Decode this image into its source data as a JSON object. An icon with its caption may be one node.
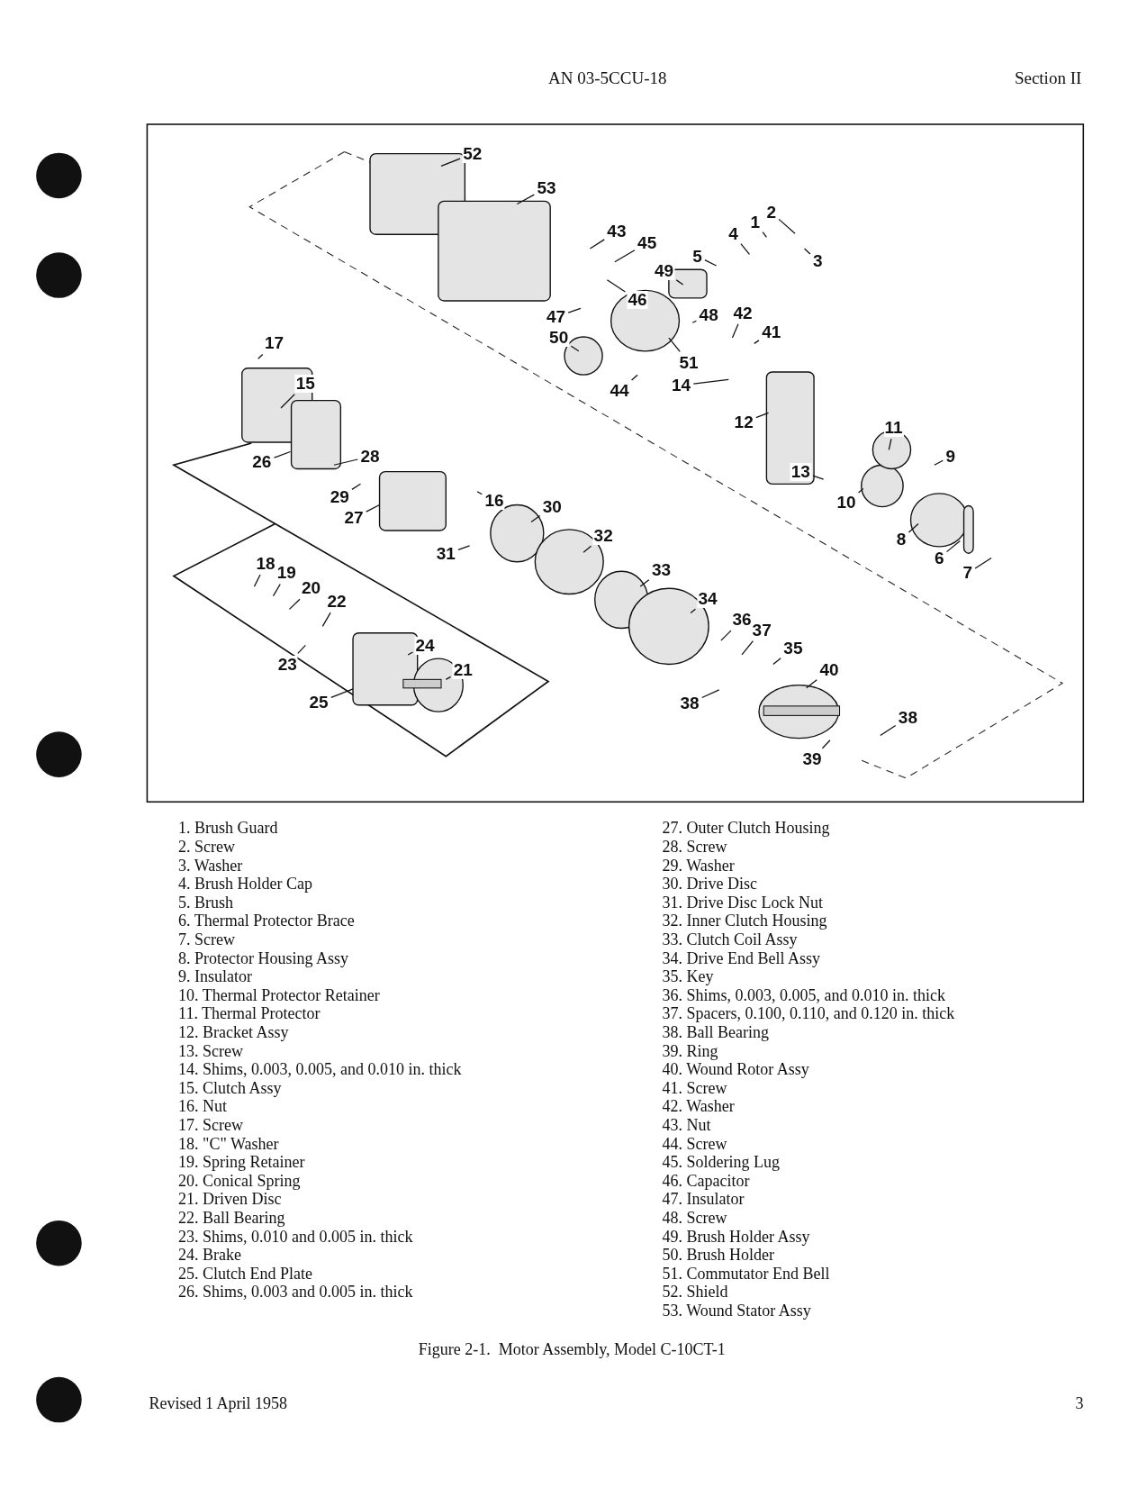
{
  "diagram": {
    "caption": "Figure 2-1.  Motor Assembly, Model C-10CT-1",
    "nodes": [
      {
        "text": [
          "52"
        ]
      },
      {
        "text": [
          "53"
        ]
      },
      {
        "text": [
          "43"
        ]
      },
      {
        "text": [
          "45"
        ]
      },
      {
        "text": [
          "2"
        ]
      },
      {
        "text": [
          "1"
        ]
      },
      {
        "text": [
          "4"
        ]
      },
      {
        "text": [
          "3"
        ]
      },
      {
        "text": [
          "5"
        ]
      },
      {
        "text": [
          "49"
        ]
      },
      {
        "text": [
          "46"
        ]
      },
      {
        "text": [
          "47"
        ]
      },
      {
        "text": [
          "48"
        ]
      },
      {
        "text": [
          "42"
        ]
      },
      {
        "text": [
          "41"
        ]
      },
      {
        "text": [
          "50"
        ]
      },
      {
        "text": [
          "51"
        ]
      },
      {
        "text": [
          "44"
        ]
      },
      {
        "text": [
          "14"
        ]
      },
      {
        "text": [
          "17"
        ]
      },
      {
        "text": [
          "15"
        ]
      },
      {
        "text": [
          "12"
        ]
      },
      {
        "text": [
          "11"
        ]
      },
      {
        "text": [
          "26"
        ]
      },
      {
        "text": [
          "28"
        ]
      },
      {
        "text": [
          "9"
        ]
      },
      {
        "text": [
          "13"
        ]
      },
      {
        "text": [
          "10"
        ]
      },
      {
        "text": [
          "29"
        ]
      },
      {
        "text": [
          "16"
        ]
      },
      {
        "text": [
          "27"
        ]
      },
      {
        "text": [
          "30"
        ]
      },
      {
        "text": [
          "8"
        ]
      },
      {
        "text": [
          "6"
        ]
      },
      {
        "text": [
          "7"
        ]
      },
      {
        "text": [
          "32"
        ]
      },
      {
        "text": [
          "31"
        ]
      },
      {
        "text": [
          "18"
        ]
      },
      {
        "text": [
          "19"
        ]
      },
      {
        "text": [
          "20"
        ]
      },
      {
        "text": [
          "33"
        ]
      },
      {
        "text": [
          "22"
        ]
      },
      {
        "text": [
          "34"
        ]
      },
      {
        "text": [
          "36"
        ]
      },
      {
        "text": [
          "37"
        ]
      },
      {
        "text": [
          "35"
        ]
      },
      {
        "text": [
          "24"
        ]
      },
      {
        "text": [
          "23"
        ]
      },
      {
        "text": [
          "21"
        ]
      },
      {
        "text": [
          "40"
        ]
      },
      {
        "text": [
          "25"
        ]
      },
      {
        "text": [
          "38"
        ]
      },
      {
        "text": [
          "38"
        ]
      },
      {
        "text": [
          "39"
        ]
      }
    ],
    "edges": [
      {
        "from": 0,
        "to": null,
        "arrow": "none"
      },
      {
        "from": 1,
        "to": null,
        "arrow": "none"
      },
      {
        "from": 2,
        "to": null,
        "arrow": "none"
      },
      {
        "from": 3,
        "to": null,
        "arrow": "none"
      },
      {
        "from": 4,
        "to": null,
        "arrow": "none"
      },
      {
        "from": 5,
        "to": null,
        "arrow": "none"
      },
      {
        "from": 6,
        "to": null,
        "arrow": "none"
      },
      {
        "from": 7,
        "to": null,
        "arrow": "none"
      },
      {
        "from": 8,
        "to": null,
        "arrow": "none"
      },
      {
        "from": 9,
        "to": null,
        "arrow": "none"
      },
      {
        "from": 10,
        "to": null,
        "arrow": "none"
      },
      {
        "from": 11,
        "to": null,
        "arrow": "none"
      },
      {
        "from": 12,
        "to": null,
        "arrow": "none"
      },
      {
        "from": 13,
        "to": null,
        "arrow": "none"
      },
      {
        "from": 14,
        "to": null,
        "arrow": "none"
      },
      {
        "from": 15,
        "to": null,
        "arrow": "none"
      },
      {
        "from": 16,
        "to": null,
        "arrow": "none"
      },
      {
        "from": 17,
        "to": null,
        "arrow": "none"
      },
      {
        "from": 18,
        "to": null,
        "arrow": "none"
      },
      {
        "from": 19,
        "to": null,
        "arrow": "none"
      },
      {
        "from": 20,
        "to": null,
        "arrow": "none"
      },
      {
        "from": 21,
        "to": null,
        "arrow": "none"
      },
      {
        "from": 22,
        "to": null,
        "arrow": "none"
      },
      {
        "from": 23,
        "to": null,
        "arrow": "none"
      },
      {
        "from": 24,
        "to": null,
        "arrow": "none"
      },
      {
        "from": 25,
        "to": null,
        "arrow": "none"
      },
      {
        "from": 26,
        "to": null,
        "arrow": "none"
      },
      {
        "from": 27,
        "to": null,
        "arrow": "none"
      },
      {
        "from": 28,
        "to": null,
        "arrow": "none"
      },
      {
        "from": 29,
        "to": null,
        "arrow": "none"
      },
      {
        "from": 30,
        "to": null,
        "arrow": "none"
      },
      {
        "from": 31,
        "to": null,
        "arrow": "none"
      },
      {
        "from": 32,
        "to": null,
        "arrow": "none"
      },
      {
        "from": 33,
        "to": null,
        "arrow": "none"
      },
      {
        "from": 34,
        "to": null,
        "arrow": "none"
      },
      {
        "from": 35,
        "to": null,
        "arrow": "none"
      },
      {
        "from": 36,
        "to": null,
        "arrow": "none"
      },
      {
        "from": 37,
        "to": null,
        "arrow": "none"
      },
      {
        "from": 38,
        "to": null,
        "arrow": "none"
      },
      {
        "from": 39,
        "to": null,
        "arrow": "none"
      },
      {
        "from": 40,
        "to": null,
        "arrow": "none"
      },
      {
        "from": 41,
        "to": null,
        "arrow": "none"
      },
      {
        "from": 42,
        "to": null,
        "arrow": "none"
      },
      {
        "from": 43,
        "to": null,
        "arrow": "none"
      },
      {
        "from": 44,
        "to": null,
        "arrow": "none"
      },
      {
        "from": 45,
        "to": null,
        "arrow": "none"
      },
      {
        "from": 46,
        "to": null,
        "arrow": "none"
      },
      {
        "from": 47,
        "to": null,
        "arrow": "none"
      },
      {
        "from": 48,
        "to": null,
        "arrow": "none"
      },
      {
        "from": 49,
        "to": null,
        "arrow": "none"
      },
      {
        "from": 50,
        "to": null,
        "arrow": "none"
      },
      {
        "from": 51,
        "to": null,
        "arrow": "none"
      },
      {
        "from": 52,
        "to": null,
        "arrow": "none"
      },
      {
        "from": 53,
        "to": null,
        "arrow": "none"
      }
    ],
    "labels": [
      "AN 03-5CCU-18",
      "Section II",
      "1. Brush Guard",
      "2. Screw",
      "3. Washer",
      "4. Brush Holder Cap",
      "5. Brush",
      "6. Thermal Protector Brace",
      "7. Screw",
      "8. Protector Housing Assy",
      "9. Insulator",
      "10. Thermal Protector Retainer",
      "11. Thermal Protector",
      "12. Bracket Assy",
      "13. Screw",
      "14. Shims, 0.003, 0.005, and 0.010 in. thick",
      "15. Clutch Assy",
      "16. Nut",
      "17. Screw",
      "18. \"C\" Washer",
      "19. Spring Retainer",
      "20. Conical Spring",
      "21. Driven Disc",
      "22. Ball Bearing",
      "23. Shims, 0.010 and 0.005 in. thick",
      "24. Brake",
      "25. Clutch End Plate",
      "26. Shims, 0.003 and 0.005 in. thick",
      "27. Outer Clutch Housing",
      "28. Screw",
      "29. Washer",
      "30. Drive Disc",
      "31. Drive Disc Lock Nut",
      "32. Inner Clutch Housing",
      "33. Clutch Coil Assy",
      "34. Drive End Bell Assy",
      "35. Key",
      "36. Shims, 0.003, 0.005, and 0.010 in. thick",
      "37. Spacers, 0.100, 0.110, and 0.120 in. thick",
      "38. Ball Bearing",
      "39. Ring",
      "40. Wound Rotor Assy",
      "41. Screw",
      "42. Washer",
      "43. Nut",
      "44. Screw",
      "45. Soldering Lug",
      "46. Capacitor",
      "47. Insulator",
      "48. Screw",
      "49. Brush Holder Assy",
      "50. Brush Holder",
      "51. Commutator End Bell",
      "52. Shield",
      "53. Wound Stator Assy",
      "Revised 1 April 1958",
      "3"
    ]
  }
}
